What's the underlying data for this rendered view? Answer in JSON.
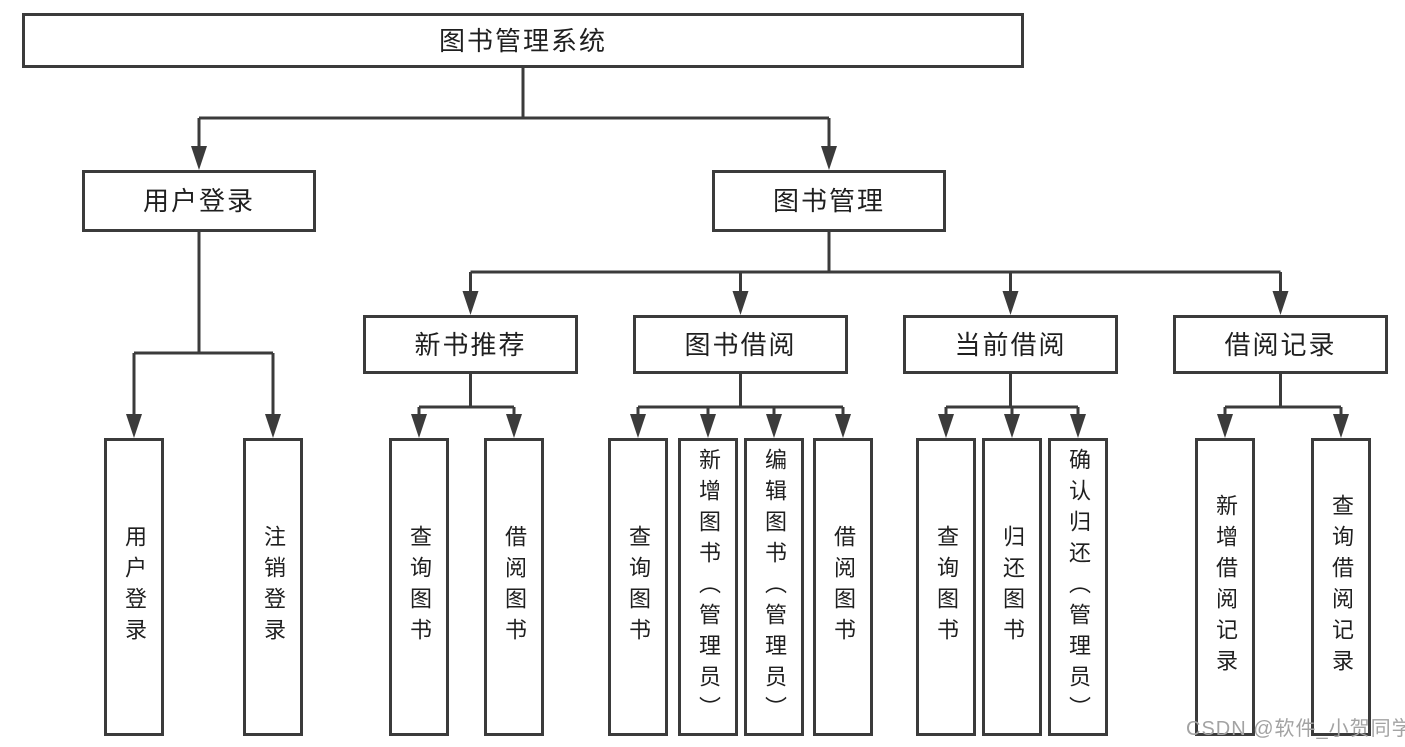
{
  "diagram": {
    "title": "图书管理系统",
    "watermark": "CSDN @软件_小贺同学",
    "colors": {
      "line": "#3b3b3b",
      "box_border": "#3b3b3b",
      "text": "#1f1f1f",
      "background": "#ffffff",
      "watermark": "#a3a3a3"
    },
    "nodes": [
      {
        "id": "root",
        "parent": null,
        "label": "图书管理系统",
        "orientation": "horizontal"
      },
      {
        "id": "user-login-module",
        "parent": "root",
        "label": "用户登录",
        "orientation": "horizontal"
      },
      {
        "id": "book-management",
        "parent": "root",
        "label": "图书管理",
        "orientation": "horizontal"
      },
      {
        "id": "new-book-recommend",
        "parent": "book-management",
        "label": "新书推荐",
        "orientation": "horizontal"
      },
      {
        "id": "book-borrowing",
        "parent": "book-management",
        "label": "图书借阅",
        "orientation": "horizontal"
      },
      {
        "id": "current-borrowing",
        "parent": "book-management",
        "label": "当前借阅",
        "orientation": "horizontal"
      },
      {
        "id": "borrowing-records",
        "parent": "book-management",
        "label": "借阅记录",
        "orientation": "horizontal"
      },
      {
        "id": "user-login-leaf",
        "parent": "user-login-module",
        "label": "用户登录",
        "orientation": "vertical"
      },
      {
        "id": "logout-leaf",
        "parent": "user-login-module",
        "label": "注销登录",
        "orientation": "vertical"
      },
      {
        "id": "query-books-recommend",
        "parent": "new-book-recommend",
        "label": "查询图书",
        "orientation": "vertical"
      },
      {
        "id": "borrow-books-recommend",
        "parent": "new-book-recommend",
        "label": "借阅图书",
        "orientation": "vertical"
      },
      {
        "id": "query-books-borrowing",
        "parent": "book-borrowing",
        "label": "查询图书",
        "orientation": "vertical"
      },
      {
        "id": "add-books-admin",
        "parent": "book-borrowing",
        "label": "新增图书（管理员）",
        "orientation": "vertical"
      },
      {
        "id": "edit-books-admin",
        "parent": "book-borrowing",
        "label": "编辑图书（管理员）",
        "orientation": "vertical"
      },
      {
        "id": "borrow-books-borrowing",
        "parent": "book-borrowing",
        "label": "借阅图书",
        "orientation": "vertical"
      },
      {
        "id": "query-books-current",
        "parent": "current-borrowing",
        "label": "查询图书",
        "orientation": "vertical"
      },
      {
        "id": "return-books",
        "parent": "current-borrowing",
        "label": "归还图书",
        "orientation": "vertical"
      },
      {
        "id": "confirm-return-admin",
        "parent": "current-borrowing",
        "label": "确认归还（管理员）",
        "orientation": "vertical"
      },
      {
        "id": "add-borrow-record",
        "parent": "borrowing-records",
        "label": "新增借阅记录",
        "orientation": "vertical"
      },
      {
        "id": "query-borrow-record",
        "parent": "borrowing-records",
        "label": "查询借阅记录",
        "orientation": "vertical"
      }
    ]
  }
}
